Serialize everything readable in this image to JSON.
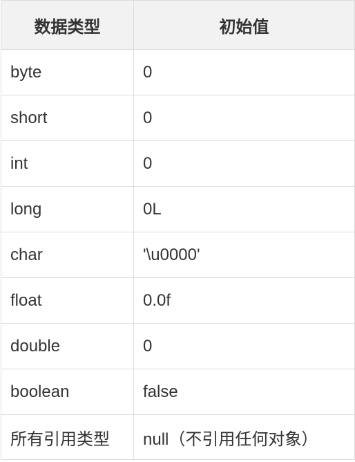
{
  "table": {
    "headers": [
      "数据类型",
      "初始值"
    ],
    "rows": [
      [
        "byte",
        "0"
      ],
      [
        "short",
        "0"
      ],
      [
        "int",
        "0"
      ],
      [
        "long",
        "0L"
      ],
      [
        "char",
        "'\\u0000'"
      ],
      [
        "float",
        "0.0f"
      ],
      [
        "double",
        "0"
      ],
      [
        "boolean",
        "false"
      ],
      [
        "所有引用类型",
        "null（不引用任何对象）"
      ]
    ]
  }
}
